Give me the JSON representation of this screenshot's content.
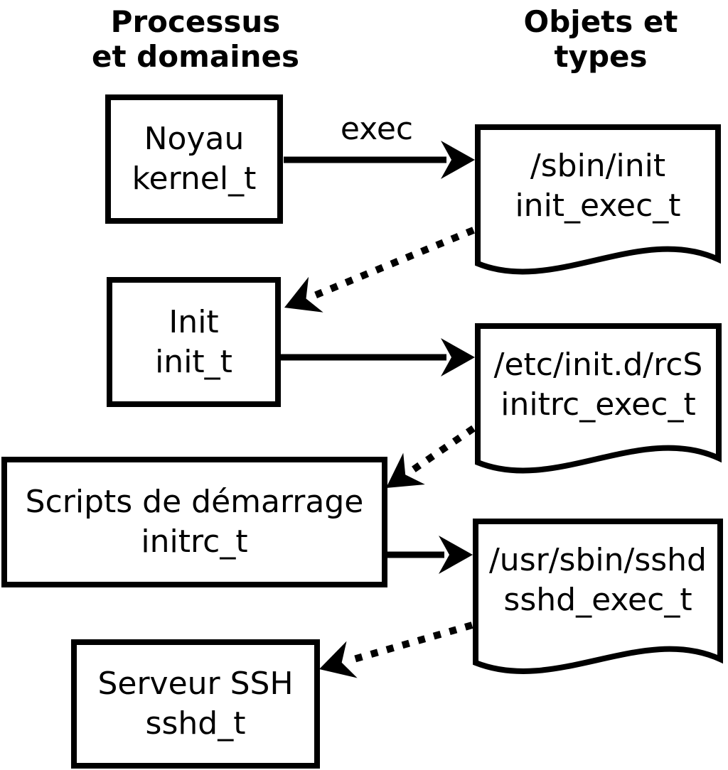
{
  "headers": {
    "left": {
      "line1": "Processus",
      "line2": "et domaines"
    },
    "right": {
      "line1": "Objets et",
      "line2": "types"
    }
  },
  "process_boxes": [
    {
      "name": "Noyau",
      "type": "kernel_t"
    },
    {
      "name": "Init",
      "type": "init_t"
    },
    {
      "name": "Scripts de démarrage",
      "type": "initrc_t"
    },
    {
      "name": "Serveur SSH",
      "type": "sshd_t"
    }
  ],
  "object_docs": [
    {
      "path": "/sbin/init",
      "type": "init_exec_t"
    },
    {
      "path": "/etc/init.d/rcS",
      "type": "initrc_exec_t"
    },
    {
      "path": "/usr/sbin/sshd",
      "type": "sshd_exec_t"
    }
  ],
  "edges": [
    {
      "from": "Noyau (kernel_t)",
      "to": "/sbin/init (init_exec_t)",
      "style": "solid",
      "label": "exec"
    },
    {
      "from": "/sbin/init (init_exec_t)",
      "to": "Init (init_t)",
      "style": "dotted",
      "label": ""
    },
    {
      "from": "Init (init_t)",
      "to": "/etc/init.d/rcS (initrc_exec_t)",
      "style": "solid",
      "label": ""
    },
    {
      "from": "/etc/init.d/rcS (initrc_exec_t)",
      "to": "Scripts de démarrage (initrc_t)",
      "style": "dotted",
      "label": ""
    },
    {
      "from": "Scripts de démarrage (initrc_t)",
      "to": "/usr/sbin/sshd (sshd_exec_t)",
      "style": "solid",
      "label": ""
    },
    {
      "from": "/usr/sbin/sshd (sshd_exec_t)",
      "to": "Serveur SSH (sshd_t)",
      "style": "dotted",
      "label": ""
    }
  ],
  "colors": {
    "foreground": "#000000",
    "background": "#ffffff"
  }
}
